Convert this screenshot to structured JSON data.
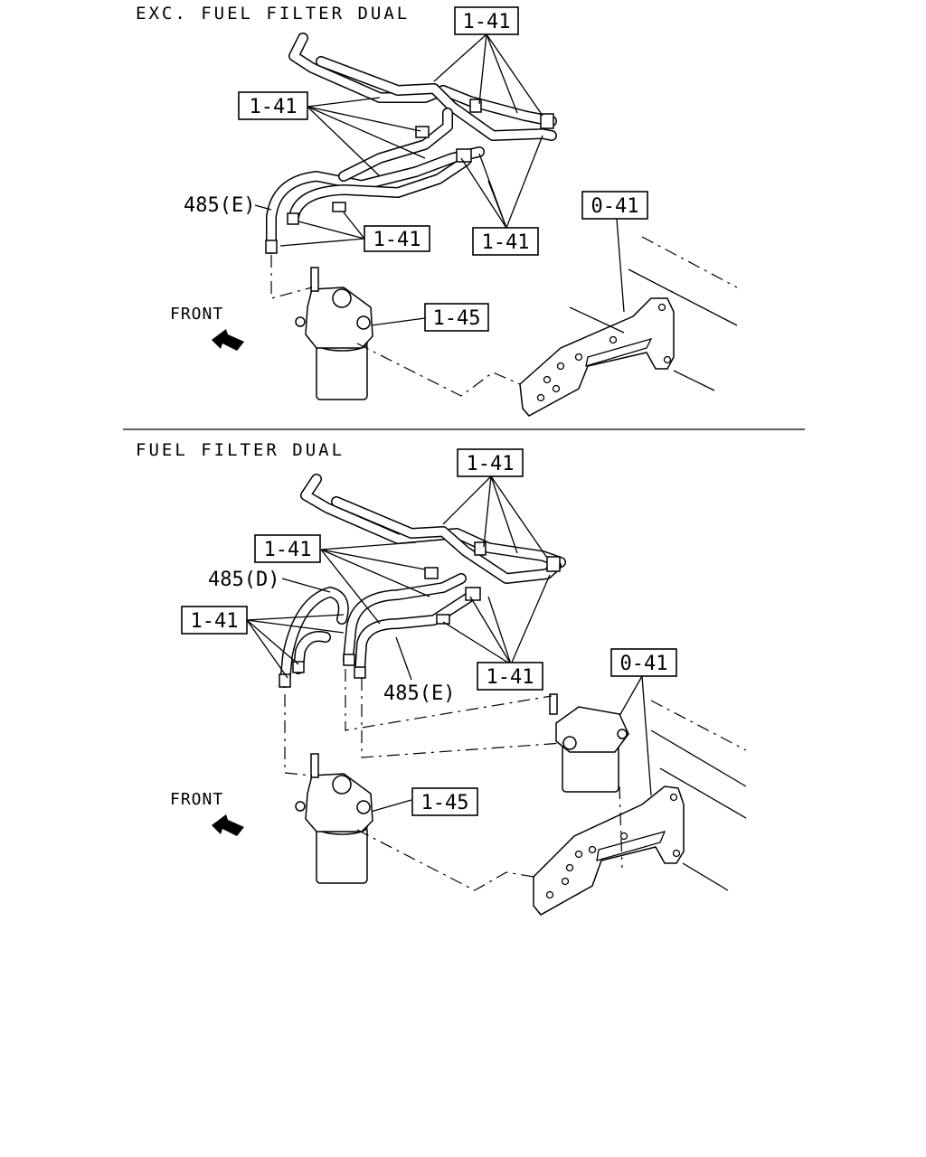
{
  "sections": [
    {
      "title": "EXC. FUEL FILTER DUAL",
      "labels": {
        "top_ref": "1-41",
        "left_ref": "1-41",
        "hose": "485(E)",
        "lower_mid_ref": "1-41",
        "right_ref": "1-41",
        "bracket_ref": "0-41",
        "filter_ref": "1-45",
        "front": "FRONT"
      }
    },
    {
      "title": "FUEL FILTER DUAL",
      "labels": {
        "top_ref": "1-41",
        "left_ref": "1-41",
        "hose_d": "485(D)",
        "far_left_ref": "1-41",
        "hose_e": "485(E)",
        "right_ref": "1-41",
        "bracket_ref": "0-41",
        "filter_ref": "1-45",
        "front": "FRONT"
      }
    }
  ]
}
